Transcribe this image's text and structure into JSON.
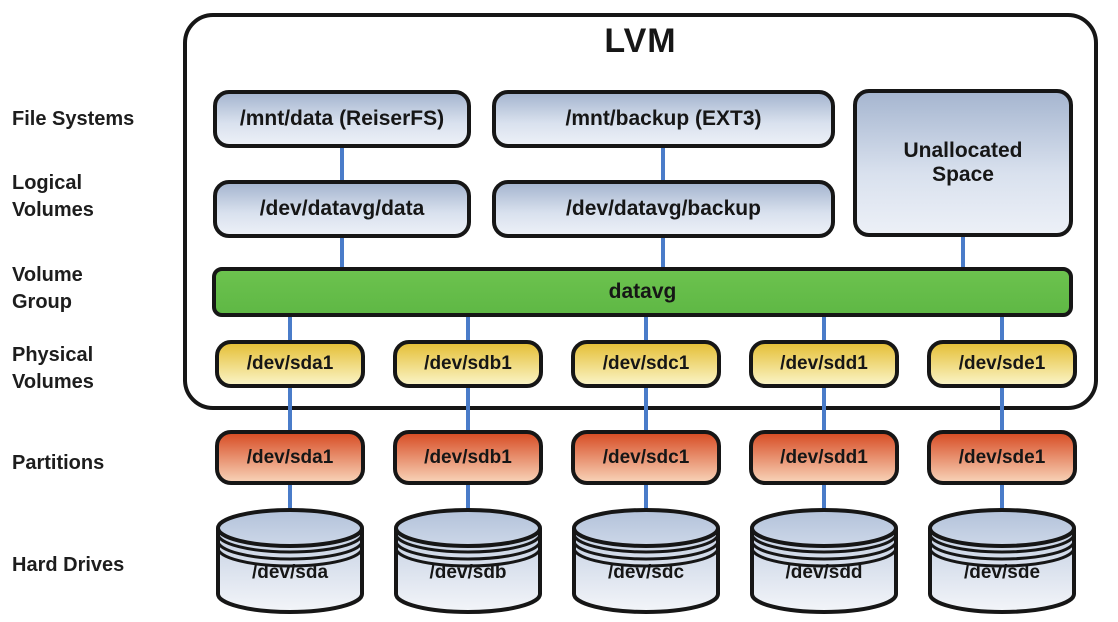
{
  "title": "LVM",
  "row_labels": [
    {
      "label": "File Systems"
    },
    {
      "label": "Logical\nVolumes"
    },
    {
      "label": "Volume\nGroup"
    },
    {
      "label": "Physical\nVolumes"
    },
    {
      "label": "Partitions"
    },
    {
      "label": "Hard Drives"
    }
  ],
  "file_systems": [
    {
      "label": "/mnt/data (ReiserFS)"
    },
    {
      "label": "/mnt/backup (EXT3)"
    }
  ],
  "unallocated_space": {
    "label": "Unallocated\nSpace"
  },
  "logical_volumes": [
    {
      "label": "/dev/datavg/data"
    },
    {
      "label": "/dev/datavg/backup"
    }
  ],
  "volume_group": {
    "label": "datavg"
  },
  "physical_volumes": [
    {
      "label": "/dev/sda1"
    },
    {
      "label": "/dev/sdb1"
    },
    {
      "label": "/dev/sdc1"
    },
    {
      "label": "/dev/sdd1"
    },
    {
      "label": "/dev/sde1"
    }
  ],
  "partitions": [
    {
      "label": "/dev/sda1"
    },
    {
      "label": "/dev/sdb1"
    },
    {
      "label": "/dev/sdc1"
    },
    {
      "label": "/dev/sdd1"
    },
    {
      "label": "/dev/sde1"
    }
  ],
  "hard_drives": [
    {
      "label": "/dev/sda"
    },
    {
      "label": "/dev/sdb"
    },
    {
      "label": "/dev/sdc"
    },
    {
      "label": "/dev/sdd"
    },
    {
      "label": "/dev/sde"
    }
  ],
  "colors": {
    "ink": "#161616",
    "line-blue": "#4a7cc9",
    "steel-top": "#a6b6d0",
    "steel-mid": "#d9e1ee",
    "steel-bot": "#ecf0f7",
    "gold-top": "#e5c039",
    "gold-bot": "#faf3c4",
    "rust-top": "#d84f27",
    "rust-bot": "#f7d0b5",
    "vg-green-top": "#6cc24e",
    "vg-green-bot": "#5fb845"
  }
}
